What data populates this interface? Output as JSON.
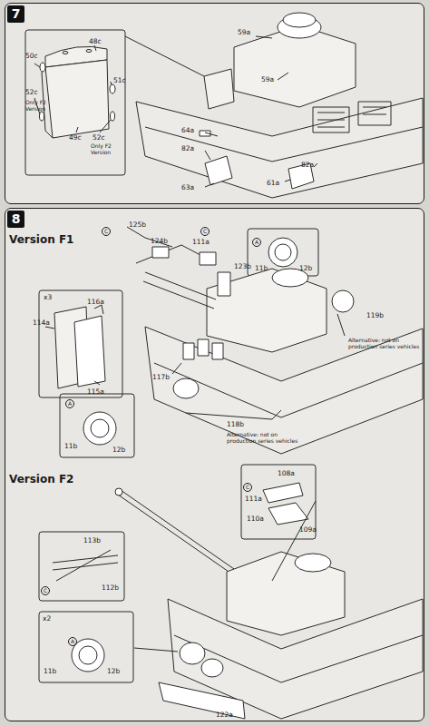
{
  "diagram": {
    "nodes": [
      {
        "text": [
          "7"
        ]
      },
      {
        "text": [
          "8"
        ]
      }
    ],
    "labels": [
      "48c",
      "50c",
      "51c",
      "52c",
      "Only F2 Version",
      "49c",
      "52c",
      "Only F2 Version",
      "59a",
      "59a",
      "64a",
      "82a",
      "63a",
      "61a",
      "82a",
      "Version F1",
      "C",
      "125b",
      "124b",
      "C",
      "111a",
      "123b",
      "A",
      "11b",
      "12b",
      "x3",
      "116a",
      "114a",
      "115a",
      "117b",
      "119b",
      "Alternative: not on production series vehicles",
      "A",
      "11b",
      "12b",
      "118b",
      "Alternative: not on production series vehicles",
      "Version F2",
      "C",
      "108a",
      "111a",
      "110a",
      "109a",
      "113b",
      "C",
      "112b",
      "x2",
      "A",
      "11b",
      "12b",
      "122a"
    ]
  }
}
